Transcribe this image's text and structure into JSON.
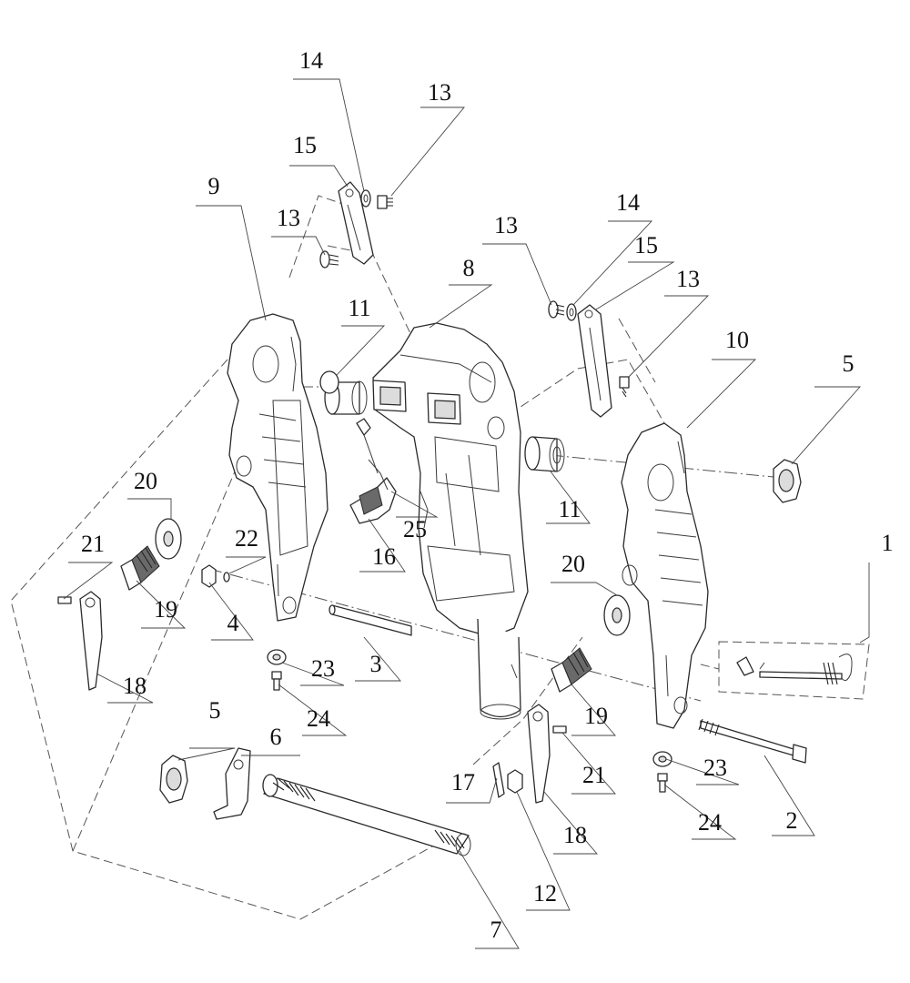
{
  "callouts": [
    {
      "key": "c14a",
      "label": "14"
    },
    {
      "key": "c13a",
      "label": "13"
    },
    {
      "key": "c15a",
      "label": "15"
    },
    {
      "key": "c9",
      "label": "9"
    },
    {
      "key": "c13b",
      "label": "13"
    },
    {
      "key": "c8",
      "label": "8"
    },
    {
      "key": "c11a",
      "label": "11"
    },
    {
      "key": "c13c",
      "label": "13"
    },
    {
      "key": "c14b",
      "label": "14"
    },
    {
      "key": "c15b",
      "label": "15"
    },
    {
      "key": "c13d",
      "label": "13"
    },
    {
      "key": "c10",
      "label": "10"
    },
    {
      "key": "c5a",
      "label": "5"
    },
    {
      "key": "c20a",
      "label": "20"
    },
    {
      "key": "c11b",
      "label": "11"
    },
    {
      "key": "c25",
      "label": "25"
    },
    {
      "key": "c16",
      "label": "16"
    },
    {
      "key": "c21a",
      "label": "21"
    },
    {
      "key": "c22",
      "label": "22"
    },
    {
      "key": "c19a",
      "label": "19"
    },
    {
      "key": "c4",
      "label": "4"
    },
    {
      "key": "c20b",
      "label": "20"
    },
    {
      "key": "c1",
      "label": "1"
    },
    {
      "key": "c18a",
      "label": "18"
    },
    {
      "key": "c23a",
      "label": "23"
    },
    {
      "key": "c3",
      "label": "3"
    },
    {
      "key": "c5b",
      "label": "5"
    },
    {
      "key": "c6",
      "label": "6"
    },
    {
      "key": "c24a",
      "label": "24"
    },
    {
      "key": "c19b",
      "label": "19"
    },
    {
      "key": "c17",
      "label": "17"
    },
    {
      "key": "c21b",
      "label": "21"
    },
    {
      "key": "c23b",
      "label": "23"
    },
    {
      "key": "c12",
      "label": "12"
    },
    {
      "key": "c18b",
      "label": "18"
    },
    {
      "key": "c24b",
      "label": "24"
    },
    {
      "key": "c2",
      "label": "2"
    },
    {
      "key": "c7",
      "label": "7"
    }
  ]
}
